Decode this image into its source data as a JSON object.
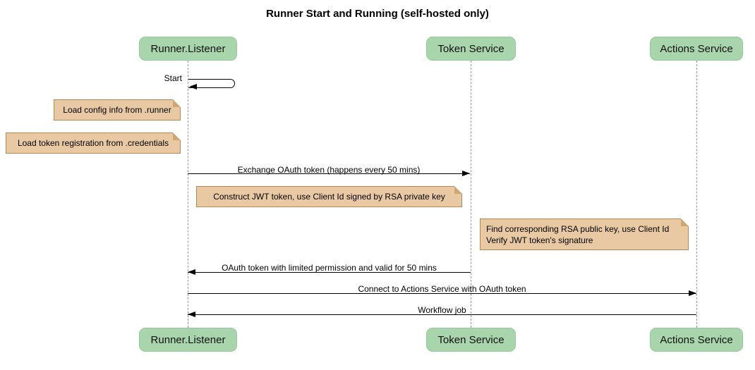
{
  "title": "Runner Start and Running (self-hosted only)",
  "diagram_type": "sequence",
  "colors": {
    "participant_fill": "#a8d5ab",
    "participant_border": "#94c79a",
    "note_fill": "#e9c9a4",
    "note_border": "#b08a55",
    "lifeline": "#9a9a9a",
    "arrow": "#000000",
    "background": "#ffffff"
  },
  "participants": [
    {
      "name": "Runner.Listener"
    },
    {
      "name": "Token Service"
    },
    {
      "name": "Actions Service"
    }
  ],
  "messages": [
    {
      "label": "Start",
      "from": "Runner.Listener",
      "to": "Runner.Listener",
      "type": "self"
    },
    {
      "label": "Exchange OAuth token (happens every 50 mins)",
      "from": "Runner.Listener",
      "to": "Token Service",
      "type": "solid"
    },
    {
      "label": "OAuth token with limited permission and valid for 50 mins",
      "from": "Token Service",
      "to": "Runner.Listener",
      "type": "solid"
    },
    {
      "label": "Connect to Actions Service with OAuth token",
      "from": "Runner.Listener",
      "to": "Actions Service",
      "type": "solid"
    },
    {
      "label": "Workflow job",
      "from": "Actions Service",
      "to": "Runner.Listener",
      "type": "solid"
    }
  ],
  "notes": [
    {
      "text": "Load config info from .runner",
      "anchor": "Runner.Listener",
      "side": "left"
    },
    {
      "text": "Load token registration from .credentials",
      "anchor": "Runner.Listener",
      "side": "left"
    },
    {
      "text": "Construct JWT token, use Client Id signed by RSA private key",
      "anchor": "Runner.Listener / Token Service",
      "side": "between"
    },
    {
      "lines": [
        "Find corresponding RSA public key, use Client Id",
        "Verify JWT token's signature"
      ],
      "anchor": "Actions Service",
      "side": "left"
    }
  ]
}
